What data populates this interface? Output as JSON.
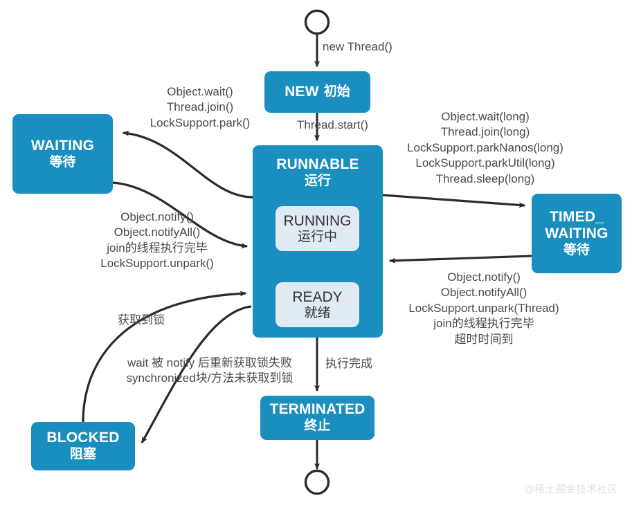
{
  "diagram": {
    "title": "Java Thread State Diagram",
    "colors": {
      "state_fill": "#1a8fbf",
      "substate_fill": "#dfeaf2",
      "edge_stroke": "#2b2b2b",
      "inner_arrow": "#f2ef6a",
      "label_text": "#4a4a4a",
      "watermark": "#e2e2e2",
      "background": "#ffffff"
    },
    "states": {
      "new": {
        "en": "NEW",
        "cn": "初始"
      },
      "runnable": {
        "en": "RUNNABLE",
        "cn": "运行"
      },
      "running": {
        "en": "RUNNING",
        "cn": "运行中"
      },
      "ready": {
        "en": "READY",
        "cn": "就绪"
      },
      "waiting": {
        "en": "WAITING",
        "cn": "等待"
      },
      "timed_waiting": {
        "en": "TIMED_\nWAITING",
        "cn": "等待"
      },
      "blocked": {
        "en": "BLOCKED",
        "cn": "阻塞"
      },
      "terminated": {
        "en": "TERMINATED",
        "cn": "终止"
      }
    },
    "transitions": {
      "new_thread": "new Thread()",
      "thread_start": "Thread.start()",
      "to_waiting": "Object.wait()\nThread.join()\nLockSupport.park()",
      "from_waiting": "Object.notify()\nObject.notifyAll()\njoin的线程执行完毕\nLockSupport.unpark()",
      "to_timed_waiting": "Object.wait(long)\nThread.join(long)\nLockSupport.parkNanos(long)\nLockSupport.parkUtil(long)\nThread.sleep(long)",
      "from_timed_waiting": "Object.notify()\nObject.notifyAll()\nLockSupport.unpark(Thread)\njoin的线程执行完毕\n超时时间到",
      "lock_acquired": "获取到锁",
      "to_blocked": "wait 被 notify 后重新获取锁失败\nsynchronized块/方法未获取到锁",
      "execution_done": "执行完成"
    },
    "watermark": "@稀土掘金技术社区"
  }
}
